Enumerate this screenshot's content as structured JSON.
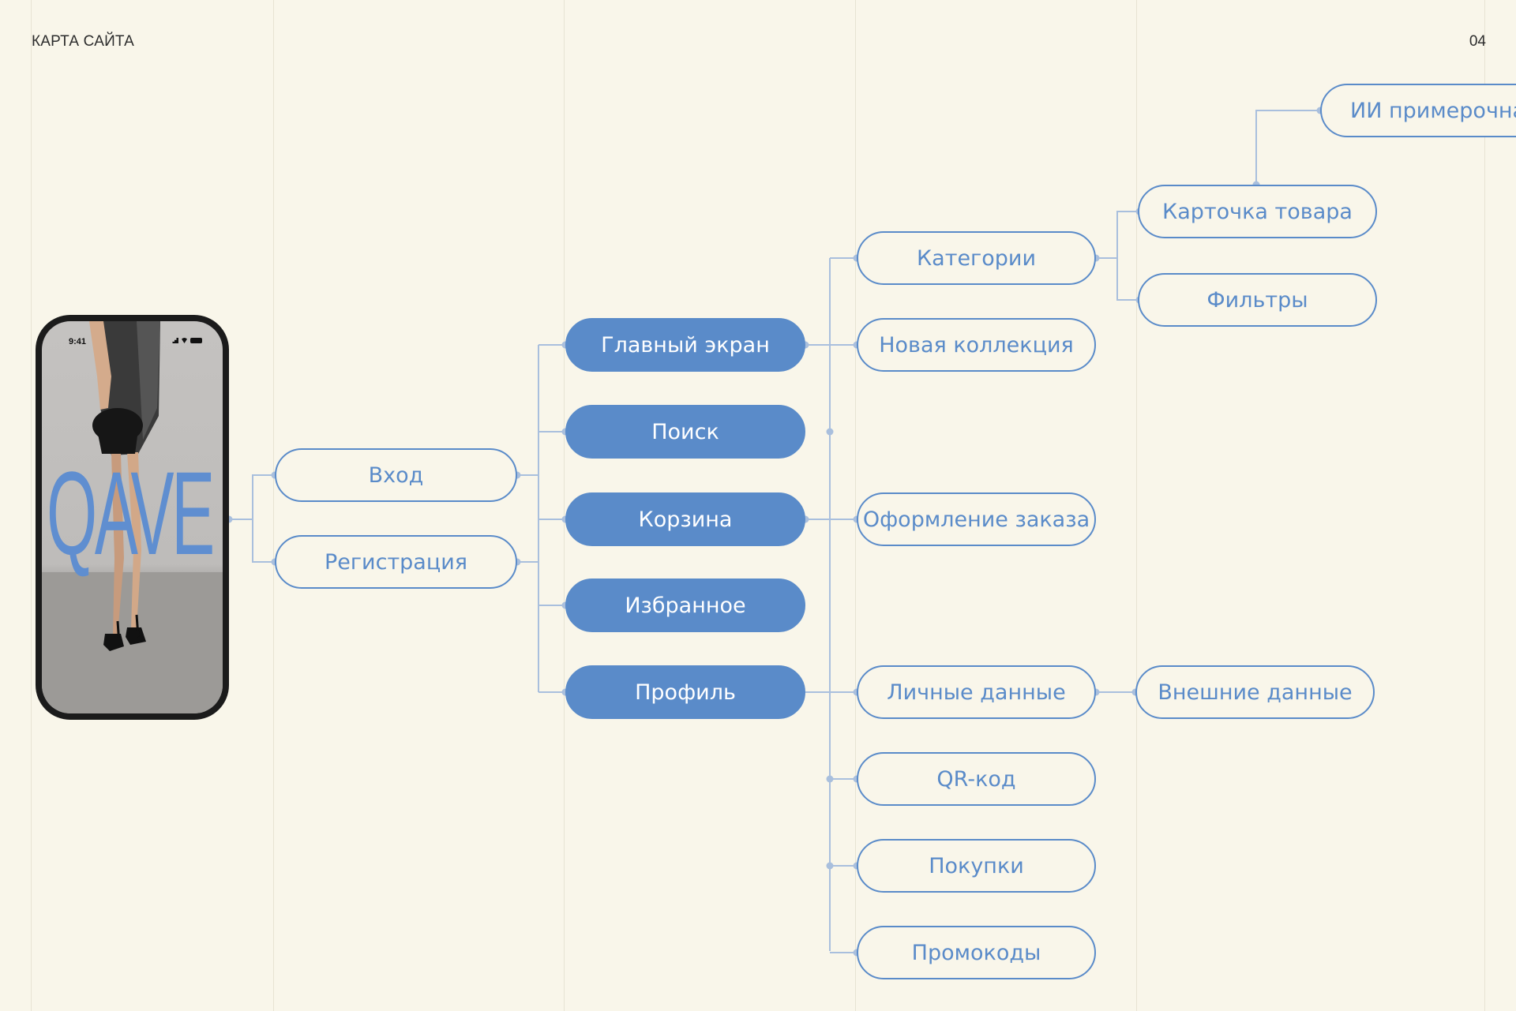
{
  "header": {
    "title": "КАРТА САЙТА",
    "page_number": "04"
  },
  "phone": {
    "status_time": "9:41",
    "brand": "QAVE",
    "icons": [
      "signal-icon",
      "wifi-icon",
      "battery-icon"
    ]
  },
  "colors": {
    "background": "#f9f6ea",
    "accent": "#5a8bc9",
    "grid": "#e7e3d3",
    "connector": "#a9bfdd"
  },
  "nodes": {
    "vhod": "Вход",
    "registraciya": "Регистрация",
    "glavnyi_ekran": "Главный экран",
    "poisk": "Поиск",
    "korzina": "Корзина",
    "izbrannoe": "Избранное",
    "profil": "Профиль",
    "kategorii": "Категории",
    "novaya_kollekciya": "Новая коллекция",
    "oformlenie_zakaza": "Оформление заказа",
    "lichnye_dannye": "Личные данные",
    "qr_kod": "QR-код",
    "pokupki": "Покупки",
    "promokody": "Промокоды",
    "kartochka_tovara": "Карточка товара",
    "filtry": "Фильтры",
    "ii_primerochnaya": "ИИ примерочна",
    "vneshnie_dannye": "Внешние данные"
  }
}
